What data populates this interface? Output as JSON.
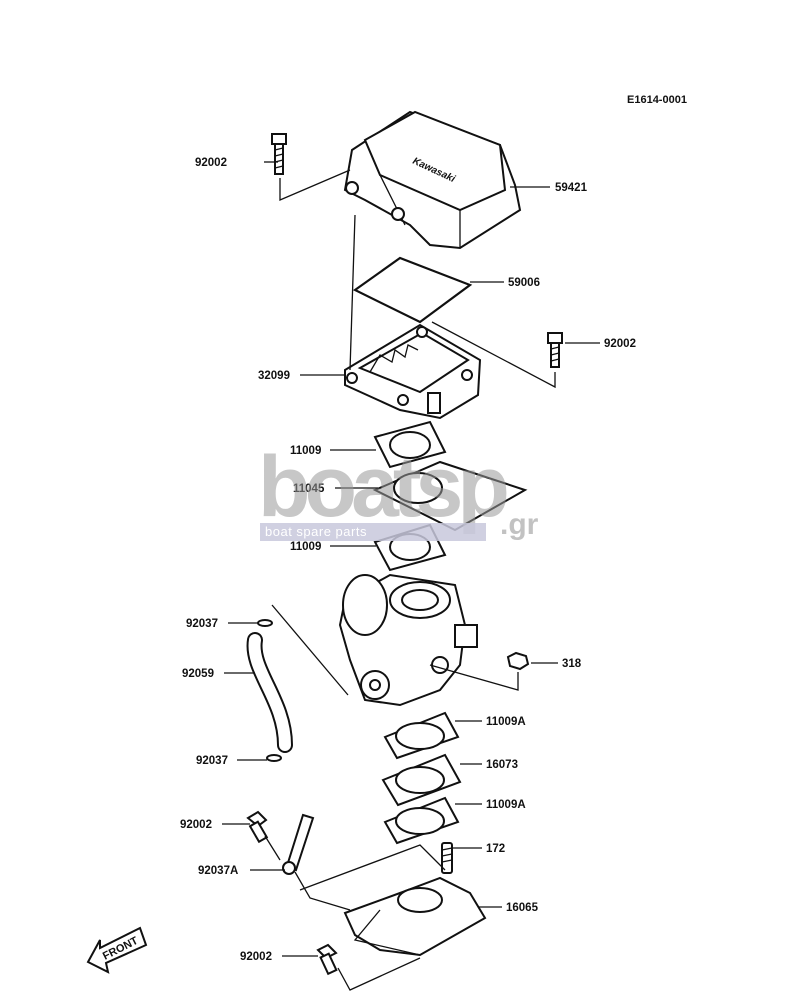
{
  "doc_id": "E1614-0001",
  "front_label": "FRONT",
  "logo_text": "Kawasaki",
  "watermark": {
    "big": "boatsp",
    "suffix": ".gr",
    "tagline": "boat spare parts"
  },
  "labels": {
    "p92002_a": "92002",
    "p59421": "59421",
    "p59006": "59006",
    "p92002_b": "92002",
    "p32099": "32099",
    "p11009_a": "11009",
    "p11045": "11045",
    "p11009_b": "11009",
    "p92037_a": "92037",
    "p92059": "92059",
    "p318": "318",
    "p92037_b": "92037",
    "p11009a_a": "11009A",
    "p16073": "16073",
    "p11009a_b": "11009A",
    "p92002_c": "92002",
    "p172": "172",
    "p92037a": "92037A",
    "p16065": "16065",
    "p92002_d": "92002"
  }
}
